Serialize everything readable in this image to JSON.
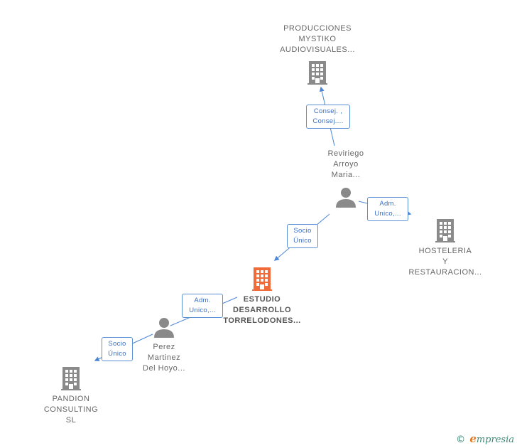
{
  "nodes": {
    "producciones": {
      "label": "PRODUCCIONES\nMYSTIKO\nAUDIOVISUALES...",
      "type": "company"
    },
    "reviriego": {
      "label": "Reviriego\nArroyo\nMaria...",
      "type": "person"
    },
    "hosteleria": {
      "label": "HOSTELERIA\nY\nRESTAURACION...",
      "type": "company"
    },
    "estudio": {
      "label": "ESTUDIO\nDESARROLLO\nTORRELODONES...",
      "type": "company",
      "highlight": true
    },
    "perez": {
      "label": "Perez\nMartinez\nDel Hoyo...",
      "type": "person"
    },
    "pandion": {
      "label": "PANDION\nCONSULTING\nSL",
      "type": "company"
    }
  },
  "edges": {
    "reviriego_producciones": {
      "label": "Consej. ,\nConsej...."
    },
    "reviriego_hosteleria": {
      "label": "Adm.\nUnico,..."
    },
    "reviriego_estudio": {
      "label": "Socio\nÚnico"
    },
    "perez_estudio": {
      "label": "Adm.\nUnico,..."
    },
    "perez_pandion": {
      "label": "Socio\nÚnico"
    }
  },
  "colors": {
    "company": "#8a8a8a",
    "highlight": "#f06a3a",
    "person": "#8a8a8a",
    "edge": "#4a86d8"
  },
  "footer": {
    "copyright": "©",
    "brand_initial": "e",
    "brand_rest": "mpresia"
  }
}
